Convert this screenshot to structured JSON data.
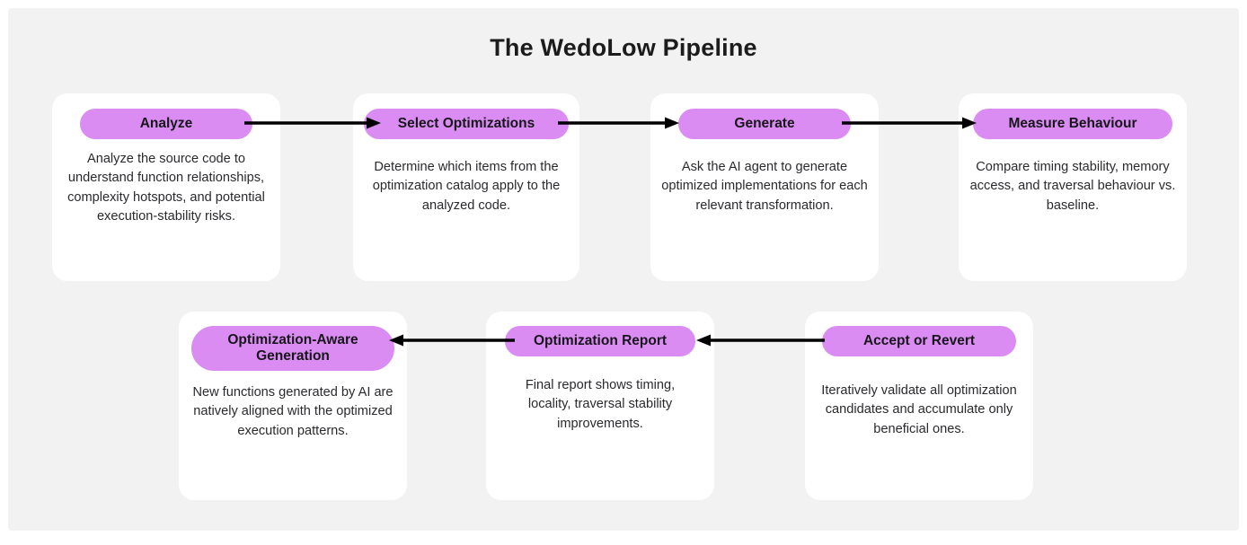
{
  "page": {
    "title": "The WedoLow Pipeline",
    "background_color": "#f2f2f2",
    "card_color": "#ffffff",
    "pill_color": "#da8cf2",
    "text_color": "#2a2a2e",
    "arrow_color": "#000000"
  },
  "rows": [
    {
      "name": "top-row",
      "direction": "left-to-right",
      "cards": [
        {
          "id": "analyze",
          "title": "Analyze",
          "description": "Analyze the source code to understand function relationships, complexity hotspots, and potential execution-stability risks."
        },
        {
          "id": "select-optimizations",
          "title": "Select Optimizations",
          "description": "Determine which items from the optimization catalog apply to the analyzed code."
        },
        {
          "id": "generate",
          "title": "Generate",
          "description": "Ask the AI agent to generate optimized implementations for each relevant transformation."
        },
        {
          "id": "measure-behaviour",
          "title": "Measure Behaviour",
          "description": "Compare timing stability, memory access, and traversal behaviour vs. baseline."
        }
      ]
    },
    {
      "name": "bottom-row",
      "direction": "right-to-left",
      "cards": [
        {
          "id": "optimization-aware-generation",
          "title": "Optimization-Aware Generation",
          "description": "New functions generated by AI are natively aligned with the optimized execution patterns."
        },
        {
          "id": "optimization-report",
          "title": "Optimization Report",
          "description": "Final report shows timing, locality, traversal stability improvements."
        },
        {
          "id": "accept-or-revert",
          "title": "Accept or Revert",
          "description": "Iteratively validate all optimization candidates and accumulate only beneficial ones."
        }
      ]
    }
  ],
  "connectors": [
    {
      "id": "analyze-to-select",
      "from": "analyze",
      "to": "select-optimizations",
      "direction": "right"
    },
    {
      "id": "select-to-generate",
      "from": "select-optimizations",
      "to": "generate",
      "direction": "right"
    },
    {
      "id": "generate-to-measure",
      "from": "generate",
      "to": "measure-behaviour",
      "direction": "right"
    },
    {
      "id": "accept-to-report",
      "from": "accept-or-revert",
      "to": "optimization-report",
      "direction": "left"
    },
    {
      "id": "report-to-generation",
      "from": "optimization-report",
      "to": "optimization-aware-generation",
      "direction": "left"
    }
  ]
}
